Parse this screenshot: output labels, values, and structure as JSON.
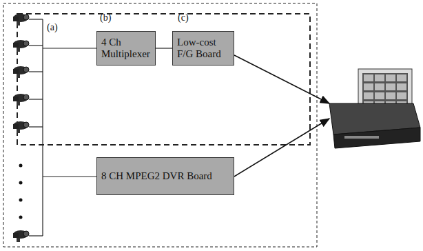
{
  "diagram": {
    "nodes": [
      {
        "text": [
          "4 Ch Multiplexer"
        ]
      },
      {
        "text": [
          "Low-cost F/G Board"
        ]
      },
      {
        "text": [
          "8 CH MPEG2 DVR Board"
        ]
      }
    ],
    "edges": [
      {
        "from": 0,
        "to": 1,
        "arrow": "none"
      }
    ],
    "labels": [
      "(a)",
      "(b)",
      "(c)"
    ]
  }
}
